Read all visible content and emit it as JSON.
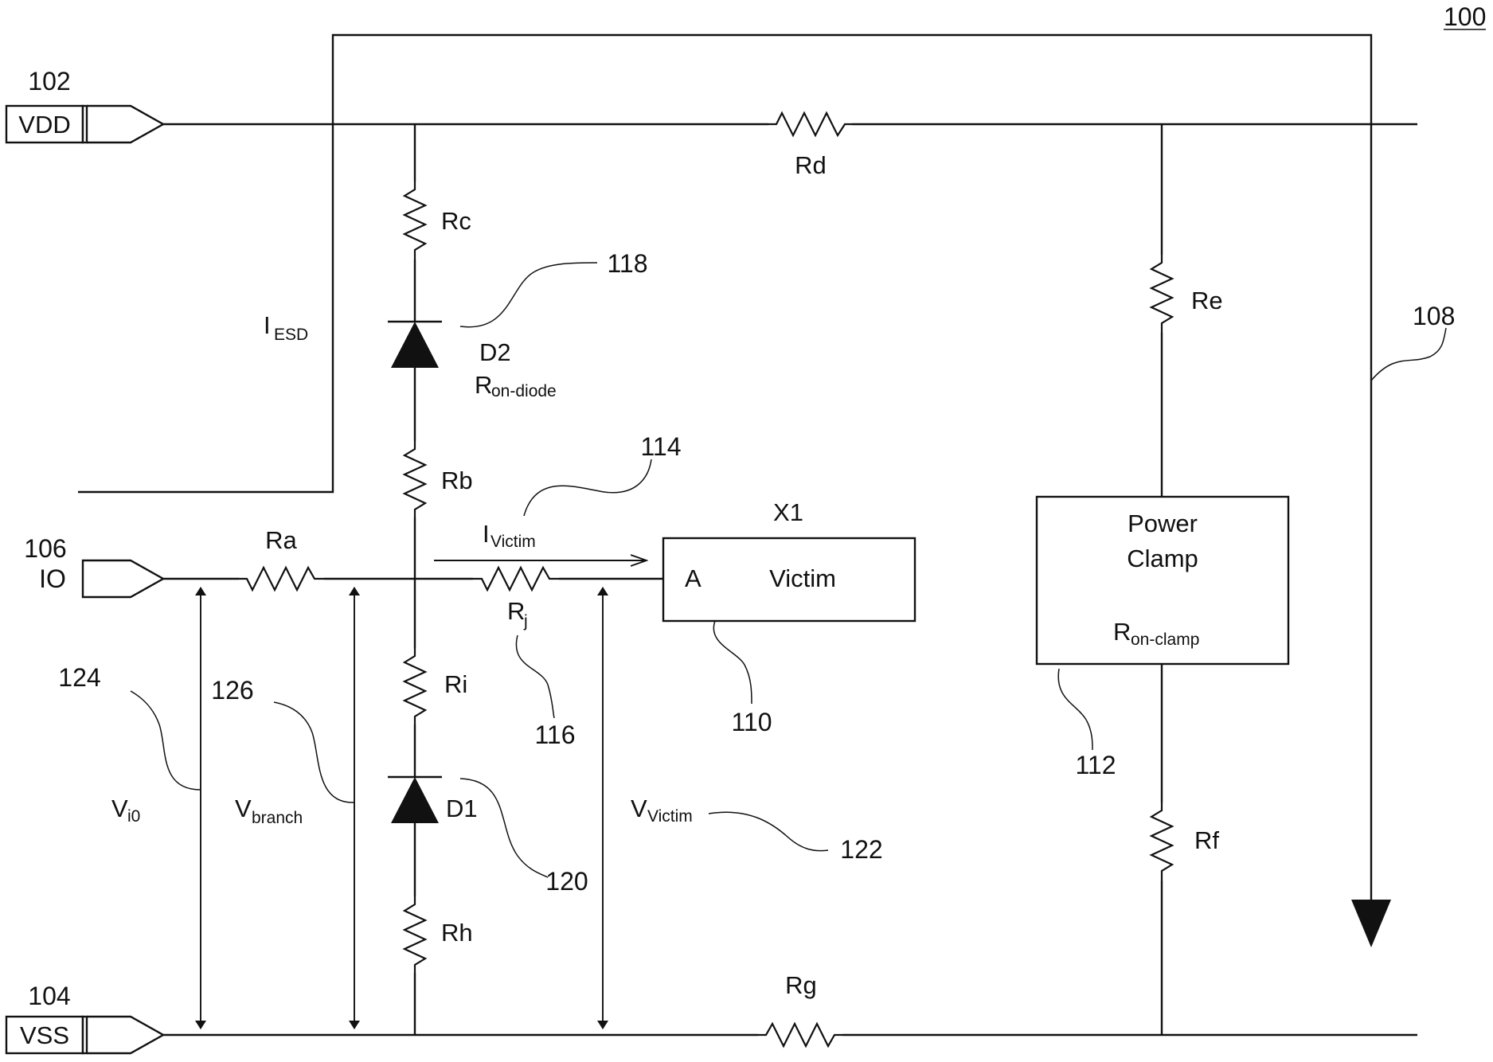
{
  "figure_number": "100",
  "pins": {
    "vdd": {
      "label": "VDD",
      "ref": "102"
    },
    "vss": {
      "label": "VSS",
      "ref": "104"
    },
    "io": {
      "label": "IO",
      "ref": "106"
    }
  },
  "esd_path": {
    "ref": "108",
    "label": "I",
    "label_sub": "ESD"
  },
  "victim": {
    "name": "X1",
    "label": "Victim",
    "pin": "A",
    "ref": "110"
  },
  "power_clamp": {
    "line1": "Power",
    "line2": "Clamp",
    "r_label": "R",
    "r_sub": "on-clamp",
    "ref": "112"
  },
  "victim_current": {
    "label": "I",
    "label_sub": "Victim",
    "ref": "114"
  },
  "resistors": {
    "ra": "Ra",
    "rb": "Rb",
    "rc": "Rc",
    "rd": "Rd",
    "re": "Re",
    "rf": "Rf",
    "rg": "Rg",
    "rh": "Rh",
    "ri": "Ri",
    "rj": "R",
    "rj_sub": "j",
    "rj_ref": "116"
  },
  "diodes": {
    "d2": {
      "label": "D2",
      "r_label": "R",
      "r_sub": "on-diode",
      "ref": "118"
    },
    "d1": {
      "label": "D1",
      "ref": "120"
    }
  },
  "voltages": {
    "v_victim": {
      "label": "V",
      "sub": "Victim",
      "ref": "122"
    },
    "v_i0": {
      "label": "V",
      "sub": "i0",
      "ref": "124"
    },
    "v_branch": {
      "label": "V",
      "sub": "branch",
      "ref": "126"
    }
  }
}
